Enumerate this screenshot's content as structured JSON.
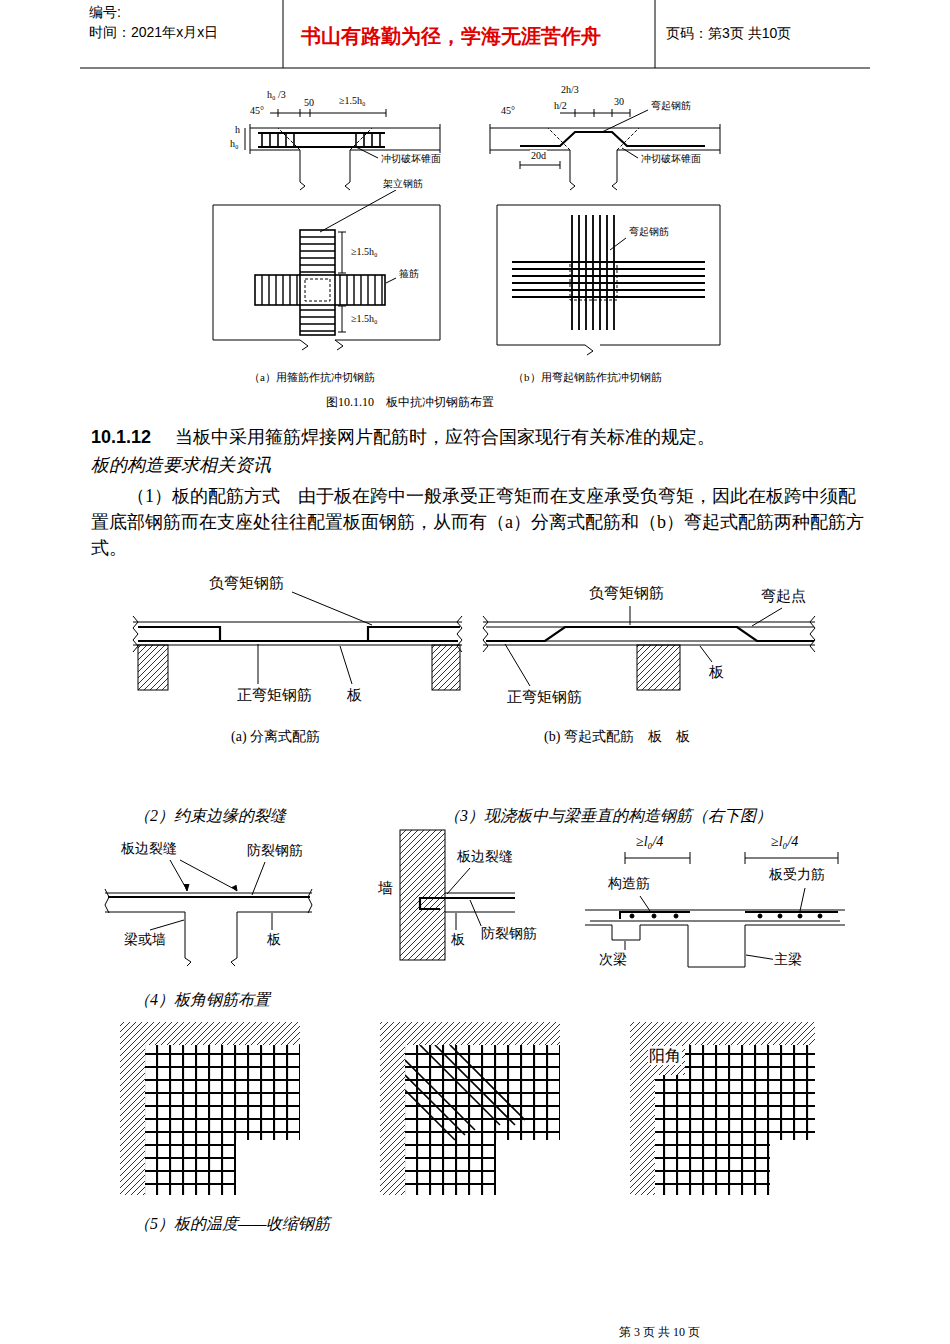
{
  "diagram": {
    "caption": "图10.1.10　板中抗冲切钢筋布置",
    "labels": [
      "编号:",
      "时间：2021年x月x日",
      "书山有路勤为径，学海无涯苦作舟",
      "页码：第3页 共10页",
      "45°",
      "h₀ /3",
      "50",
      "≥1.5h₀",
      "h",
      "h₀",
      "冲切破坏锥面",
      "2h/3",
      "h/2",
      "30",
      "45°",
      "弯起钢筋",
      "20d",
      "冲切破坏锥面",
      "架立钢筋",
      "≥1.5h₀",
      "箍筋",
      "≥1.5h₀",
      "弯起钢筋",
      "（a）用箍筋作抗冲切钢筋",
      "（b）用弯起钢筋作抗冲切钢筋",
      "10.1.12",
      "当板中采用箍筋焊接网片配筋时，应符合国家现行有关标准的规定。",
      "板的构造要求相关资讯",
      "（1）板的配筋方式　由于板在跨中一般承受正弯矩而在支座承受负弯矩，因此在板跨中须配置底部钢筋而在支座处往往配置板面钢筋，从而有（a）分离式配筋和（b）弯起式配筋两种配筋方式。",
      "负弯矩钢筋",
      "正弯矩钢筋",
      "板",
      "(a) 分离式配筋",
      "负弯矩钢筋",
      "弯起点",
      "板",
      "正弯矩钢筋",
      "(b) 弯起式配筋　板　板",
      "（2）约束边缘的裂缝",
      "（3）现浇板中与梁垂直的构造钢筋（右下图）",
      "板边裂缝",
      "防裂钢筋",
      "梁或墙",
      "板",
      "墙",
      "板边裂缝",
      "板",
      "防裂钢筋",
      "≥l₀/4",
      "≥l₀/4",
      "构造筋",
      "板受力筋",
      "次梁",
      "主梁",
      "（4）板角钢筋布置",
      "阳角",
      "（5）板的温度——收缩钢筋",
      "第 3 页 共 10 页"
    ]
  }
}
